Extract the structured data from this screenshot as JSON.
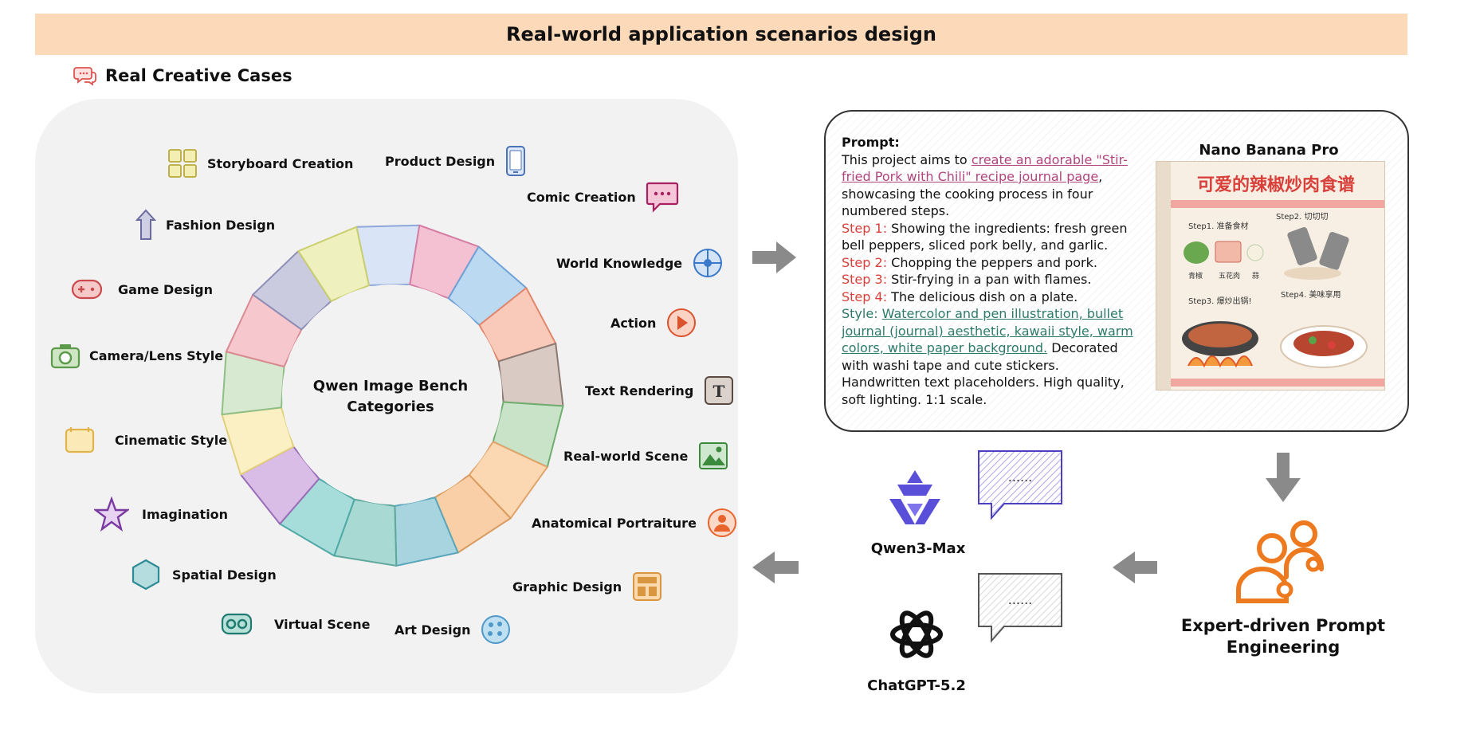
{
  "banner": {
    "title": "Real-world application scenarios design"
  },
  "section": {
    "title": "Real Creative Cases",
    "icon": "chat-bubbles-icon"
  },
  "wheel": {
    "center_label_line1": "Qwen Image Bench",
    "center_label_line2": "Categories",
    "segment_colors": [
      "#d9e5f7",
      "#f4c1d3",
      "#bcd9f2",
      "#f9c9b9",
      "#d9cbc4",
      "#c9e3c9",
      "#fbd8b1",
      "#f8cfa6",
      "#a7d4df",
      "#a9d9d3",
      "#a6dcd9",
      "#d9bde6",
      "#fbf0c4",
      "#d7e9d0",
      "#f6c7cc",
      "#cbcbe0",
      "#eef1bd"
    ],
    "segment_strokes": [
      "#8fa7d9",
      "#d57ea3",
      "#6fa2d6",
      "#e2866b",
      "#8c7a72",
      "#6fae6f",
      "#e0a36a",
      "#d99b5f",
      "#5aa6bb",
      "#5fa79d",
      "#4fa9a6",
      "#9a6db8",
      "#e2cf7a",
      "#8fbe86",
      "#da8a92",
      "#8d8db5",
      "#c9cf6e"
    ]
  },
  "categories": [
    {
      "name": "storyboard-creation",
      "label": "Storyboard Creation",
      "icon": "grid-icon",
      "color": "#d4c65a"
    },
    {
      "name": "product-design",
      "label": "Product Design",
      "icon": "phone-icon",
      "color": "#5b84c4"
    },
    {
      "name": "comic-creation",
      "label": "Comic Creation",
      "icon": "speech-bubble-icon",
      "color": "#b02a6b"
    },
    {
      "name": "world-knowledge",
      "label": "World Knowledge",
      "icon": "crosshair-icon",
      "color": "#3a78c9"
    },
    {
      "name": "action",
      "label": "Action",
      "icon": "play-icon",
      "color": "#d9532d"
    },
    {
      "name": "text-rendering",
      "label": "Text Rendering",
      "icon": "text-t-icon",
      "color": "#5a4a42"
    },
    {
      "name": "real-world-scene",
      "label": "Real-world Scene",
      "icon": "landscape-icon",
      "color": "#3c8a3c"
    },
    {
      "name": "anatomical-portraiture",
      "label": "Anatomical Portraiture",
      "icon": "person-icon",
      "color": "#e8642c"
    },
    {
      "name": "graphic-design",
      "label": "Graphic Design",
      "icon": "layout-icon",
      "color": "#d99640"
    },
    {
      "name": "art-design",
      "label": "Art Design",
      "icon": "palette-icon",
      "color": "#4f98c9"
    },
    {
      "name": "virtual-scene",
      "label": "Virtual Scene",
      "icon": "vr-goggles-icon",
      "color": "#1f7a70"
    },
    {
      "name": "spatial-design",
      "label": "Spatial Design",
      "icon": "hexagon-icon",
      "color": "#2e8a95"
    },
    {
      "name": "imagination",
      "label": "Imagination",
      "icon": "star-icon",
      "color": "#7a3aa0"
    },
    {
      "name": "cinematic-style",
      "label": "Cinematic Style",
      "icon": "film-icon",
      "color": "#e0b44a"
    },
    {
      "name": "camera-lens-style",
      "label": "Camera/Lens Style",
      "icon": "camera-icon",
      "color": "#5a9a4a"
    },
    {
      "name": "game-design",
      "label": "Game Design",
      "icon": "gamepad-icon",
      "color": "#c9494c"
    },
    {
      "name": "fashion-design",
      "label": "Fashion Design",
      "icon": "shirt-icon",
      "color": "#7a7ab0"
    }
  ],
  "prompt": {
    "label": "Prompt:",
    "intro": "This project aims to ",
    "link1": "create an adorable \"Stir-fried Pork with Chili\" recipe journal page",
    "after_link1": ", showcasing the cooking process in four numbered steps.",
    "step1_label": "Step 1:",
    "step1_text": " Showing the ingredients: fresh green bell peppers, sliced pork belly, and garlic.",
    "step2_label": "Step 2:",
    "step2_text": " Chopping the peppers and pork.",
    "step3_label": "Step 3:",
    "step3_text": " Stir-frying in a pan with flames.",
    "step4_label": "Step 4:",
    "step4_text": " The delicious dish on a plate.",
    "style_label": "Style:",
    "style_link": "Watercolor and pen illustration, bullet journal (journal) aesthetic, kawaii style, warm colors, white paper background.",
    "style_rest": " Decorated with washi tape and cute stickers. Handwritten text placeholders. High quality, soft lighting. 1:1 scale."
  },
  "output": {
    "model_label": "Nano Banana Pro",
    "image_title": "可爱的辣椒炒肉食谱",
    "step_labels": [
      "Step1. 准备食材",
      "Step2. 切切切",
      "Step3. 爆炒出锅!",
      "Step4. 美味享用"
    ],
    "ingredient_labels": [
      "青椒",
      "五花肉",
      "蒜"
    ]
  },
  "models": {
    "qwen_label": "Qwen3-Max",
    "chatgpt_label": "ChatGPT-5.2",
    "bubble_text": "......"
  },
  "expert": {
    "line1": "Expert-driven Prompt",
    "line2": "Engineering"
  }
}
